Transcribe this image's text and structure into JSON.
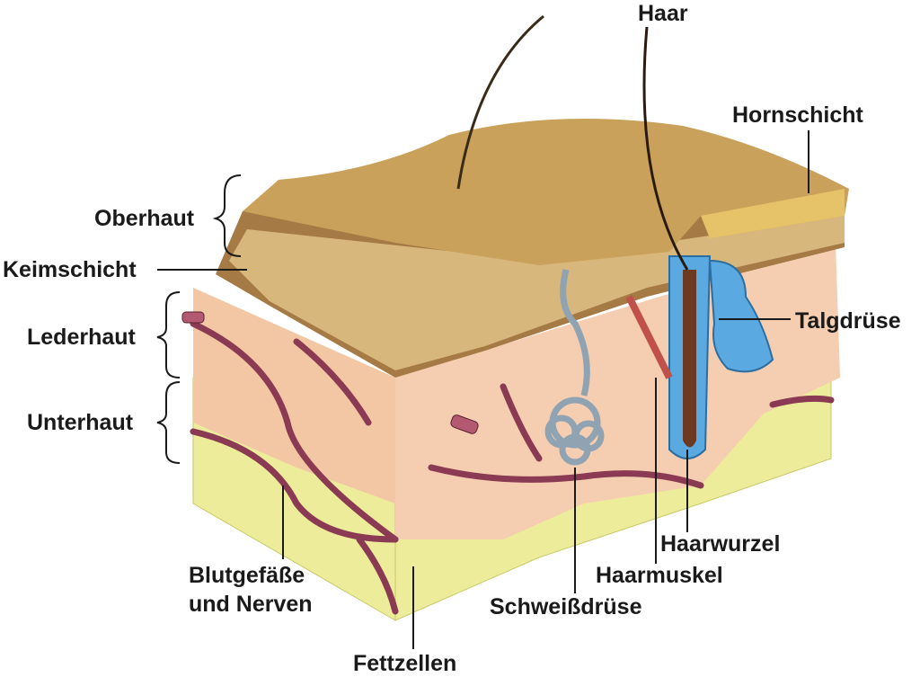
{
  "labels": {
    "haar": "Haar",
    "hornschicht": "Hornschicht",
    "oberhaut": "Oberhaut",
    "keimschicht": "Keimschicht",
    "lederhaut": "Lederhaut",
    "unterhaut": "Unterhaut",
    "talgdruese": "Talgdrüse",
    "haarwurzel": "Haarwurzel",
    "haarmuskel": "Haarmuskel",
    "schweissdruese": "Schweißdrüse",
    "blutgefaesse_line1": "Blutgefäße",
    "blutgefaesse_line2": "und Nerven",
    "fettzellen": "Fettzellen"
  },
  "colors": {
    "horn": "#c9a15a",
    "epidermis": "#a57a45",
    "cells": "#d8b77c",
    "dermis": "#f3c6a4",
    "fat": "#ecec9a",
    "vessel": "#8a3a52",
    "gland": "#5aa9e0",
    "sweat": "#8fa3b3"
  }
}
